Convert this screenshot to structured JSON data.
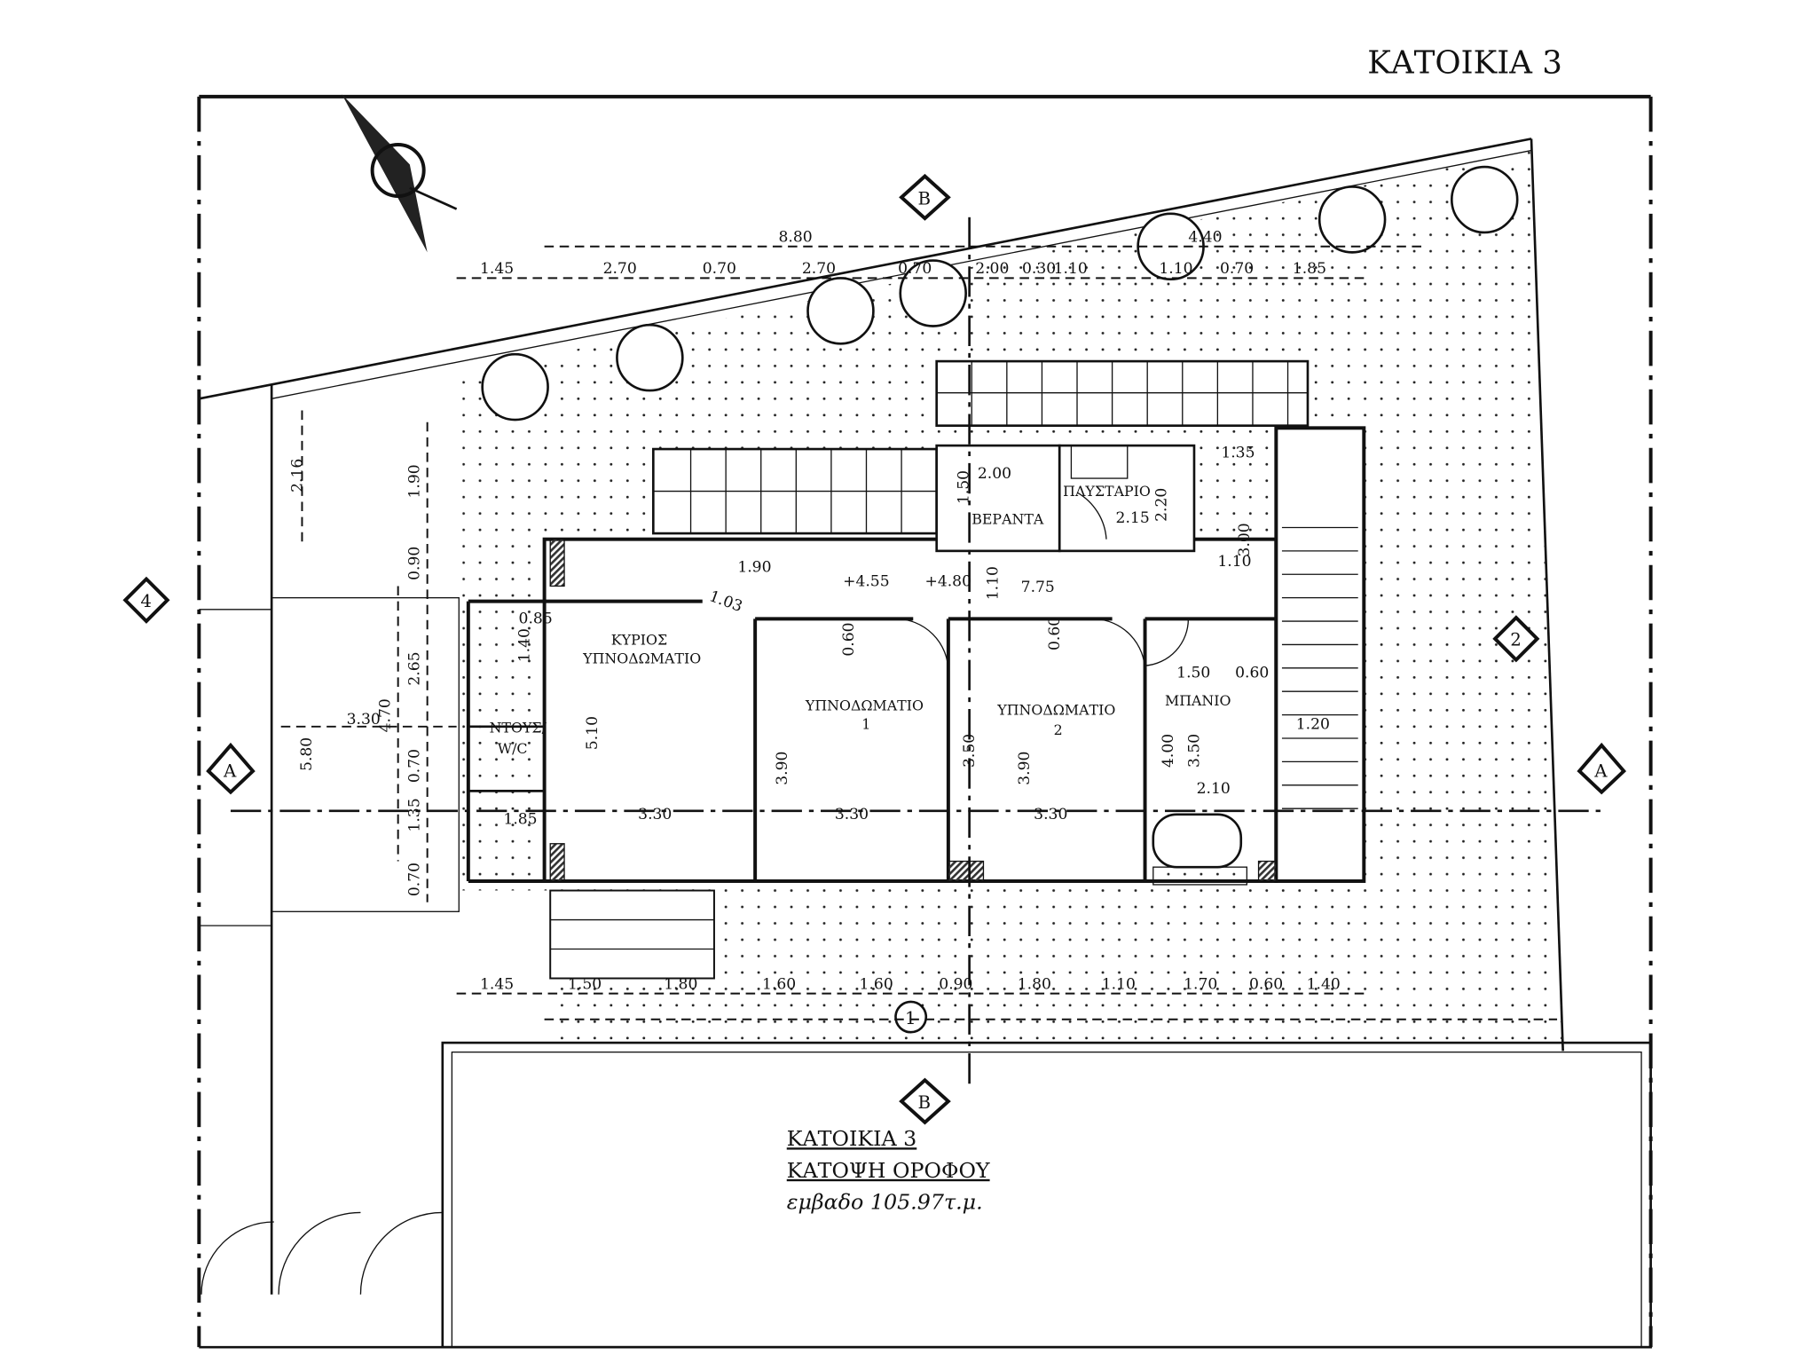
{
  "title": "ΚΑΤΟΙΚΙΑ 3",
  "caption": {
    "line1": "ΚΑΤΟΙΚΙΑ 3",
    "line2": "ΚΑΤΟΨΗ ΟΡΟΦΟΥ",
    "line3": "εμβαδο 105.97τ.μ."
  },
  "rooms": {
    "master1": "ΚΥΡΙΟΣ",
    "master2": "ΥΠΝΟΔΩΜΑΤΙΟ",
    "bed1a": "ΥΠΝΟΔΩΜΑΤΙΟ",
    "bed1b": "1",
    "bed2a": "ΥΠΝΟΔΩΜΑΤΙΟ",
    "bed2b": "2",
    "bath": "ΜΠΑΝΙΟ",
    "shower1": "ΝΤΟΥΣ/",
    "shower2": "W/C",
    "laundry": "ΠΛΥΣΤΑΡΙΟ",
    "veranda": "ΒΕΡΑΝΤΑ"
  },
  "markers": {
    "b": "B",
    "a": "A",
    "n4": "4",
    "n2": "2",
    "n1": "1"
  },
  "dims": {
    "top": [
      "1.45",
      "2.70",
      "0.70",
      "2.70",
      "0.70",
      "2.00",
      "0.30",
      "1.10",
      "1.10",
      "0.70",
      "1.85"
    ],
    "top_total": [
      "8.80",
      "4.40"
    ],
    "bottom": [
      "1.45",
      "1.50",
      "1.80",
      "1.60",
      "1.60",
      "0.90",
      "1.80",
      "1.10",
      "1.70",
      "0.60",
      "1.40"
    ],
    "left": [
      "2.16",
      "1.90",
      "0.90",
      "2.65",
      "4.70",
      "3.30",
      "5.80",
      "0.70",
      "1.35",
      "0.70"
    ],
    "inner": [
      "1.90",
      "+4.55",
      "+4.80",
      "1.10",
      "7.75",
      "1.03",
      "0.85",
      "1.40",
      "0.60",
      "0.60",
      "1.50",
      "0.60",
      "1.20",
      "5.10",
      "3.90",
      "3.50",
      "3.90",
      "4.00",
      "3.50",
      "2.10",
      "3.30",
      "3.30",
      "3.30",
      "1.85",
      "2.00",
      "1.50",
      "2.15",
      "2.20",
      "1.35",
      "3.00",
      "1.10"
    ]
  }
}
